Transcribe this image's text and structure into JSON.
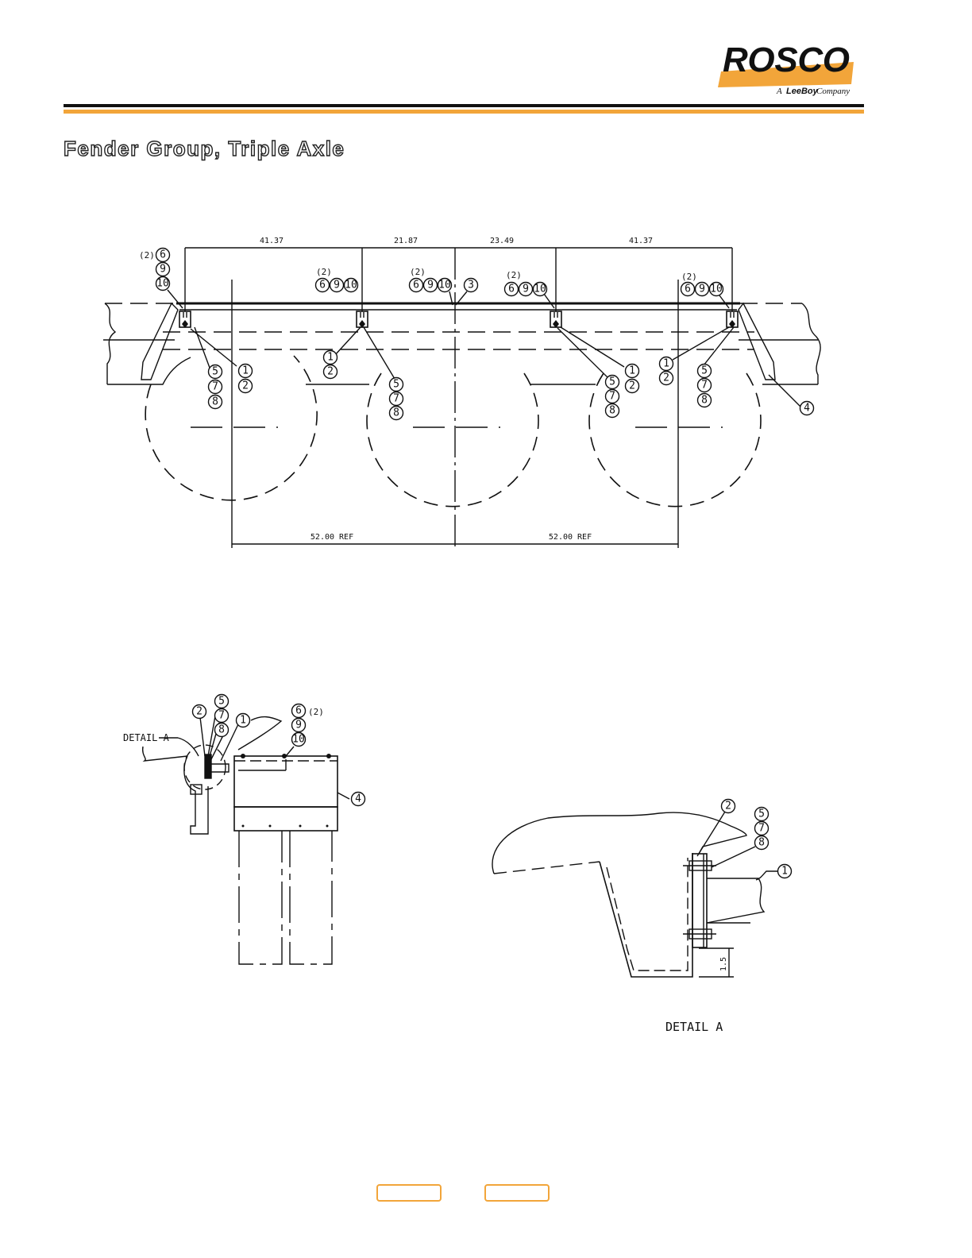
{
  "brand": {
    "name": "ROSCO",
    "tagline_prefix": "A",
    "tagline_brand": "LeeBoy",
    "tagline_suffix": "Company",
    "accent_color": "#f2a53a",
    "ink_color": "#111111"
  },
  "page_title": "Fender Group, Triple Axle",
  "top_view": {
    "dimensions": {
      "top": [
        "41.37",
        "21.87",
        "23.49",
        "41.37"
      ],
      "bottom": [
        "52.00 REF",
        "52.00 REF"
      ]
    },
    "qty_note": "(2)",
    "callouts": [
      "1",
      "2",
      "3",
      "4",
      "5",
      "6",
      "7",
      "8",
      "9",
      "10"
    ]
  },
  "side_view": {
    "detail_label": "DETAIL A",
    "qty_note": "(2)"
  },
  "detail_a": {
    "label": "DETAIL A",
    "dimension": "1.5"
  },
  "navigation": {
    "prev_label": "",
    "next_label": ""
  }
}
